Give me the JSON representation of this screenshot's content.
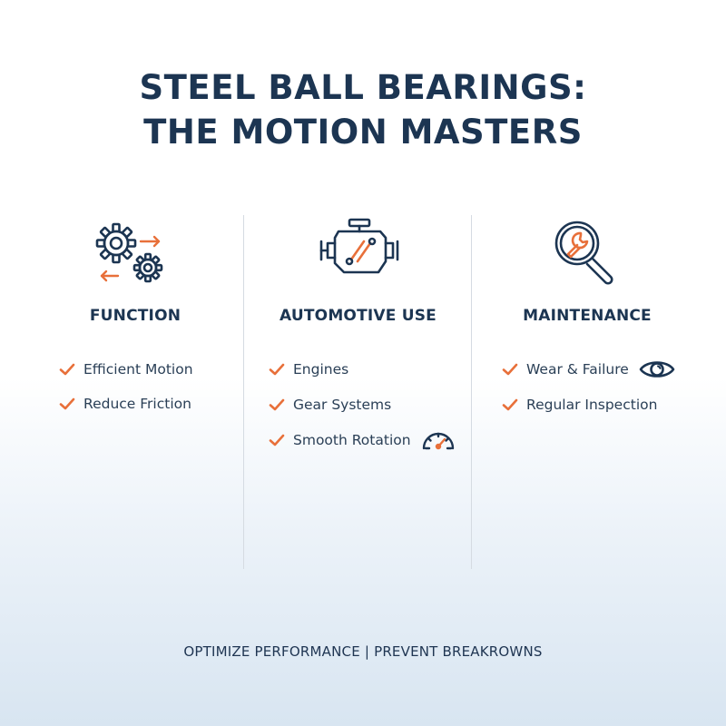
{
  "title": {
    "line1": "STEEL BALL BEARINGS:",
    "line2": "THE MOTION MASTERS"
  },
  "colors": {
    "navy": "#1c3552",
    "accent_orange": "#e8703a",
    "divider": "#d5dbe2"
  },
  "columns": [
    {
      "icon": "gears-icon",
      "heading": "FUNCTION",
      "items": [
        {
          "label": "Efficient Motion",
          "icon": "check-icon"
        },
        {
          "label": "Reduce Friction",
          "icon": "check-icon"
        }
      ]
    },
    {
      "icon": "engine-icon",
      "heading": "AUTOMOTIVE USE",
      "items": [
        {
          "label": "Engines",
          "icon": "check-icon"
        },
        {
          "label": "Gear Systems",
          "icon": "check-icon"
        },
        {
          "label": "Smooth Rotation",
          "icon": "check-icon",
          "extra_icon": "speedometer-icon"
        }
      ]
    },
    {
      "icon": "magnifier-wrench-icon",
      "heading": "MAINTENANCE",
      "items": [
        {
          "label": "Wear & Failure",
          "icon": "check-icon",
          "extra_icon": "eye-icon"
        },
        {
          "label": "Regular Inspection",
          "icon": "check-icon"
        }
      ]
    }
  ],
  "footer": "OPTIMIZE PERFORMANCE | PREVENT BREAKROWNS"
}
